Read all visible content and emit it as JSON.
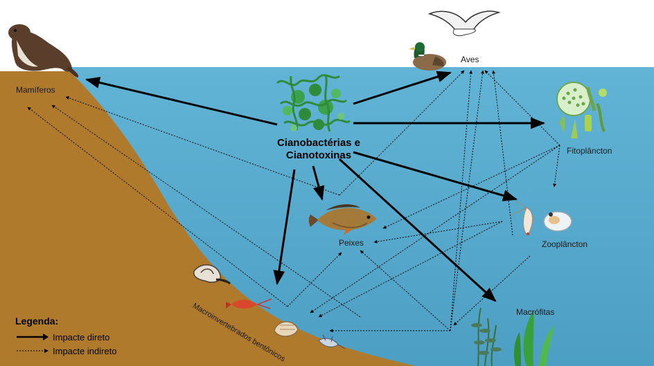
{
  "center": {
    "line1": "Cianobactérias e",
    "line2": "Cianotoxinas"
  },
  "nodes": {
    "mamiferos": "Mamíferos",
    "aves": "Aves",
    "fitoplancton": "Fitoplâncton",
    "zooplancton": "Zooplâncton",
    "peixes": "Peixes",
    "macrofitas": "Macrófitas",
    "macroinvertebrados": "Macroinvertebrados bentônicos"
  },
  "legend": {
    "title": "Legenda:",
    "direct": "Impacte direto",
    "indirect": "Impacte indireto"
  },
  "colors": {
    "water": "#5aaed0",
    "water_deep": "#4fa2c6",
    "soil": "#b07a2c",
    "algae": "#2e8b3a"
  },
  "icons": [
    "otter-icon",
    "duck-icon",
    "seagull-icon",
    "cyanobacteria-icon",
    "phytoplankton-icon",
    "zooplankton-icon",
    "fish-icon",
    "macrophyte-icon",
    "snail-icon",
    "shrimp-icon",
    "clam-icon",
    "larva-icon"
  ]
}
